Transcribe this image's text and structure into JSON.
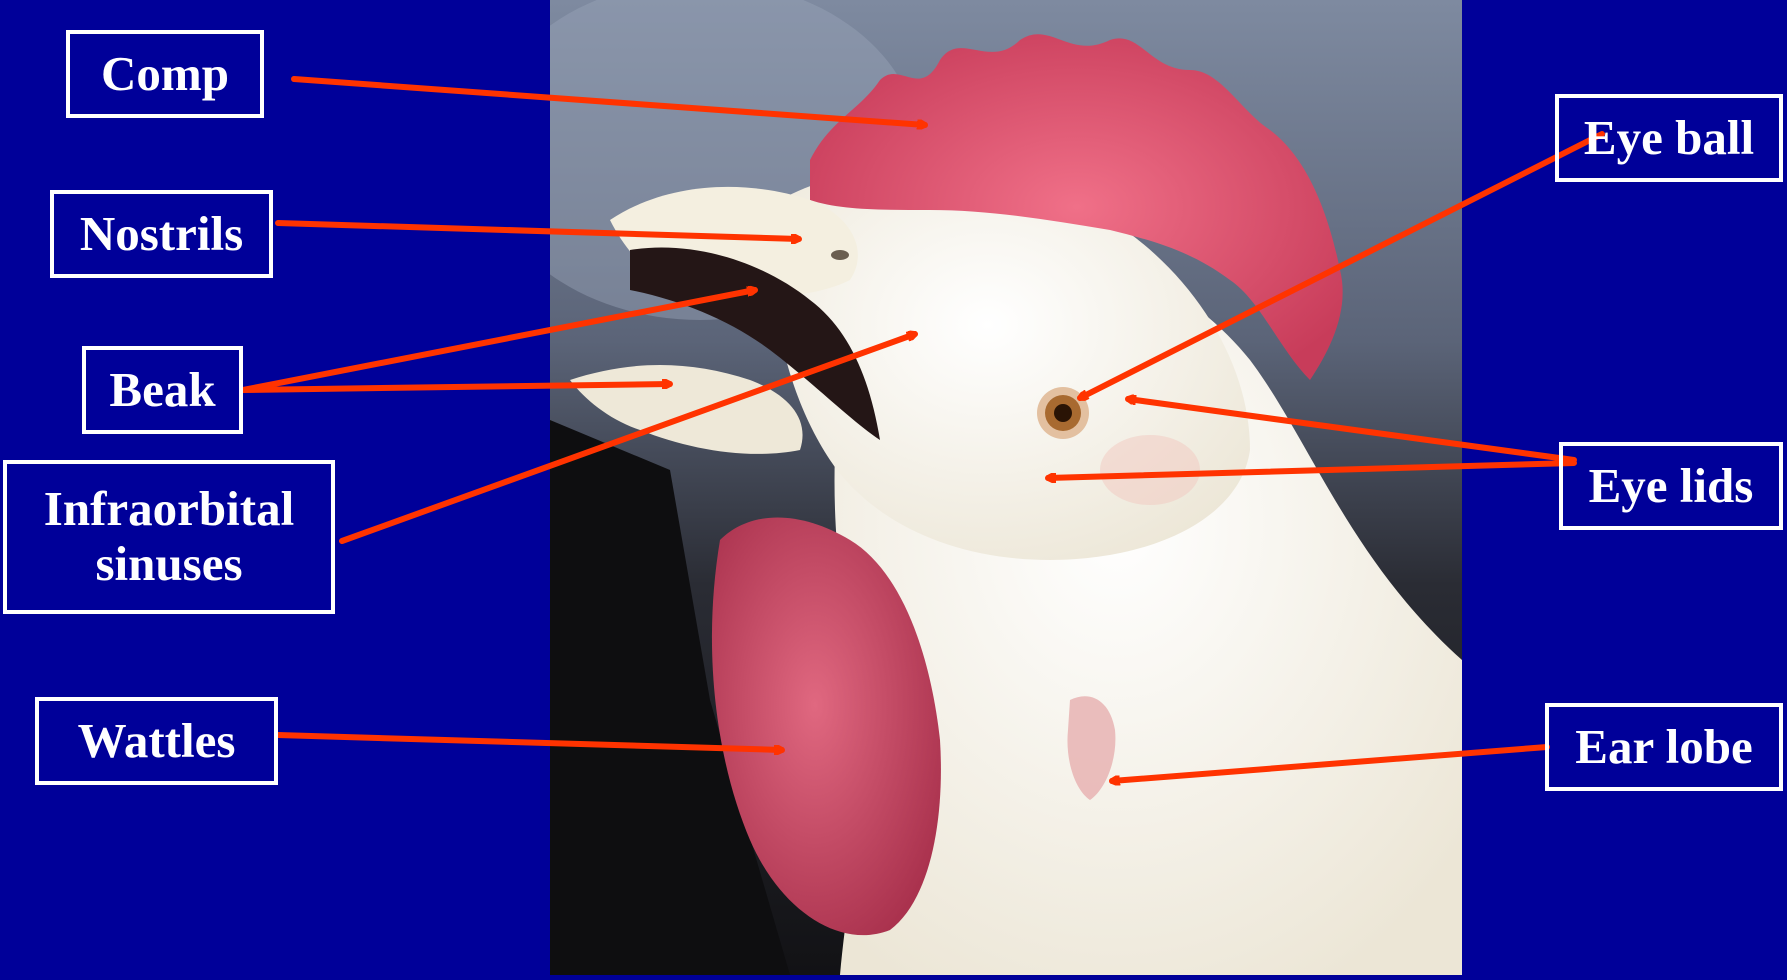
{
  "labels": {
    "comb": "Comp",
    "nostrils": "Nostrils",
    "beak": "Beak",
    "infraorbital_line1": "Infraorbital",
    "infraorbital_line2": "sinuses",
    "wattles": "Wattles",
    "eye_ball": "Eye ball",
    "eye_lids": "Eye lids",
    "ear_lobe": "Ear lobe"
  },
  "colors": {
    "background": "#000099",
    "arrow": "#ff3300",
    "label_text": "#ffffff",
    "comb": "#e0506e",
    "wattle": "#d04a66",
    "feathers": "#faf5e8",
    "beak_dark": "#2a1a1a",
    "backdrop_dark": "#1a1a1e"
  },
  "icons": {
    "photo": "rooster-head-photo",
    "arrow": "arrow-icon"
  }
}
